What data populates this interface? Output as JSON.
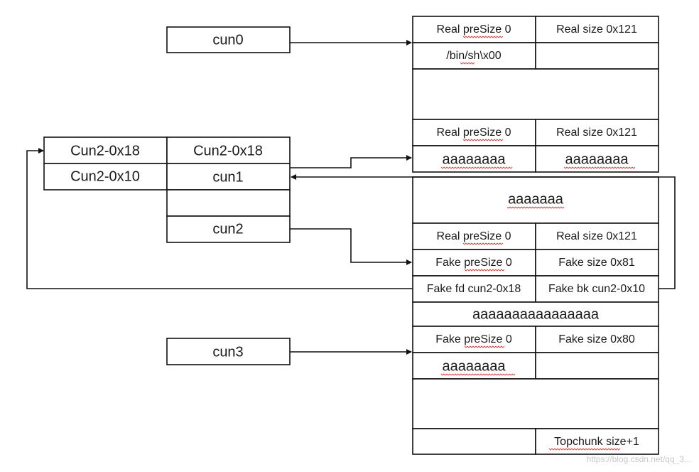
{
  "pointers": {
    "cun0": "cun0",
    "cun3": "cun3",
    "cun2_minus_0x18_left": "Cun2-0x18",
    "cun2_minus_0x10_left": "Cun2-0x10",
    "cun2_minus_0x18_right": "Cun2-0x18",
    "cun1": "cun1",
    "cun2": "cun2"
  },
  "heap": {
    "chunk0_presize": "Real preSize 0",
    "chunk0_size": "Real size 0x121",
    "chunk0_data": "/bin/sh\\x00",
    "chunk1_presize": "Real preSize 0",
    "chunk1_size": "Real size 0x121",
    "chunk1_data_a": "aaaaaaaa",
    "chunk1_data_b": "aaaaaaaa",
    "chunk1_fill": "aaaaaaa",
    "chunk2_presize": "Real preSize 0",
    "chunk2_size": "Real size 0x121",
    "fake_presize": "Fake preSize 0",
    "fake_size": "Fake size 0x81",
    "fake_fd": "Fake fd cun2-0x18",
    "fake_bk": "Fake bk cun2-0x10",
    "chunk2_fill": "aaaaaaaaaaaaaaaa",
    "chunk3_presize": "Fake preSize 0",
    "chunk3_size": "Fake size 0x80",
    "chunk3_data": "aaaaaaaa",
    "topchunk_size": "Topchunk size+1"
  },
  "watermark": "https://blog.csdn.net/qq_3..."
}
